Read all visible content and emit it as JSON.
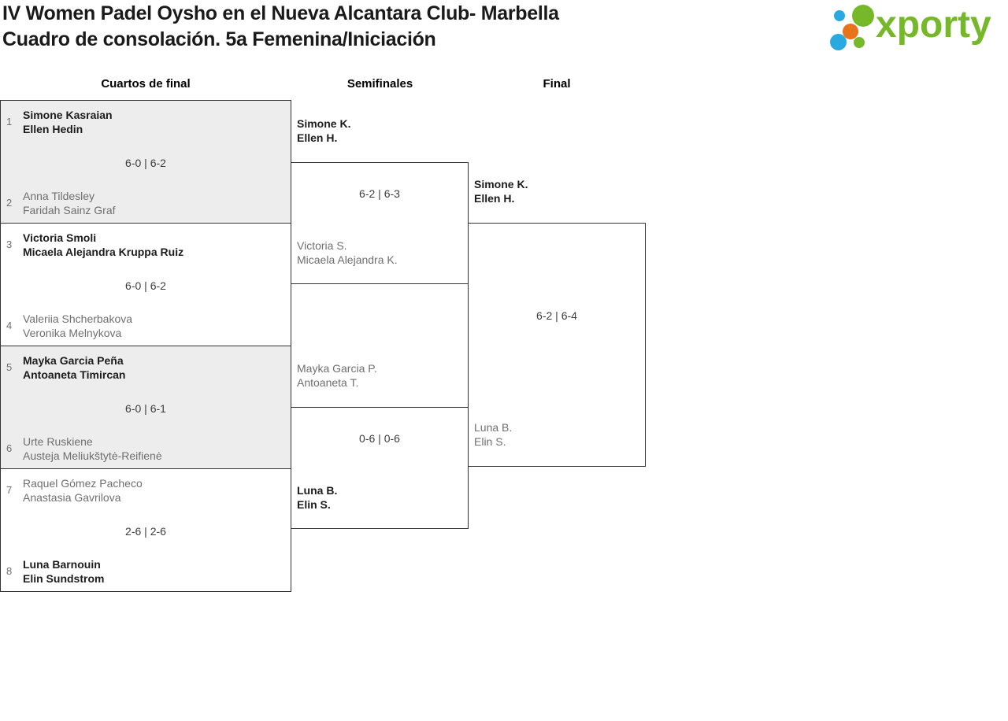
{
  "header": {
    "title_line1": "IV Women Padel Oysho en el Nueva Alcantara Club- Marbella",
    "title_line2": "Cuadro de consolación. 5a Femenina/Iniciación",
    "logo_text": "xporty",
    "logo_colors": {
      "green": "#76b82a",
      "blue": "#2aa9e0",
      "orange": "#e8731a"
    }
  },
  "bracket": {
    "round_headers": [
      "Cuartos de final",
      "Semifinales",
      "Final"
    ],
    "colors": {
      "border": "#333333",
      "shaded_block": "#ededed",
      "winner_text": "#1c1c1c",
      "loser_text": "#6f6f6f"
    },
    "quarterfinals": [
      {
        "top": {
          "seed": "1",
          "players": [
            "Simone Kasraian",
            "Ellen Hedin"
          ],
          "winner": true
        },
        "score": "6-0 | 6-2",
        "bottom": {
          "seed": "2",
          "players": [
            "Anna Tildesley",
            "Faridah Sainz Graf"
          ],
          "winner": false
        }
      },
      {
        "top": {
          "seed": "3",
          "players": [
            "Victoria Smoli",
            "Micaela Alejandra Kruppa Ruiz"
          ],
          "winner": true
        },
        "score": "6-0 | 6-2",
        "bottom": {
          "seed": "4",
          "players": [
            "Valeriia Shcherbakova",
            "Veronika Melnykova"
          ],
          "winner": false
        }
      },
      {
        "top": {
          "seed": "5",
          "players": [
            "Mayka Garcia Peña",
            "Antoaneta Timircan"
          ],
          "winner": true
        },
        "score": "6-0 | 6-1",
        "bottom": {
          "seed": "6",
          "players": [
            "Urte Ruskiene",
            "Austeja Meliukštytė-Reifienė"
          ],
          "winner": false
        }
      },
      {
        "top": {
          "seed": "7",
          "players": [
            "Raquel Gómez Pacheco",
            "Anastasia Gavrilova"
          ],
          "winner": false
        },
        "score": "2-6 | 2-6",
        "bottom": {
          "seed": "8",
          "players": [
            "Luna Barnouin",
            "Elin Sundstrom"
          ],
          "winner": true
        }
      }
    ],
    "semifinals": [
      {
        "top": {
          "players": [
            "Simone K.",
            "Ellen H."
          ],
          "winner": true
        },
        "score": "6-2 | 6-3",
        "bottom": {
          "players": [
            "Victoria S.",
            "Micaela Alejandra K."
          ],
          "winner": false
        }
      },
      {
        "top": {
          "players": [
            "Mayka Garcia P.",
            "Antoaneta T."
          ],
          "winner": false
        },
        "score": "0-6 | 0-6",
        "bottom": {
          "players": [
            "Luna B.",
            "Elin S."
          ],
          "winner": true
        }
      }
    ],
    "final": {
      "top": {
        "players": [
          "Simone K.",
          "Ellen H."
        ],
        "winner": true
      },
      "score": "6-2 | 6-4",
      "bottom": {
        "players": [
          "Luna B.",
          "Elin S."
        ],
        "winner": false
      }
    }
  }
}
